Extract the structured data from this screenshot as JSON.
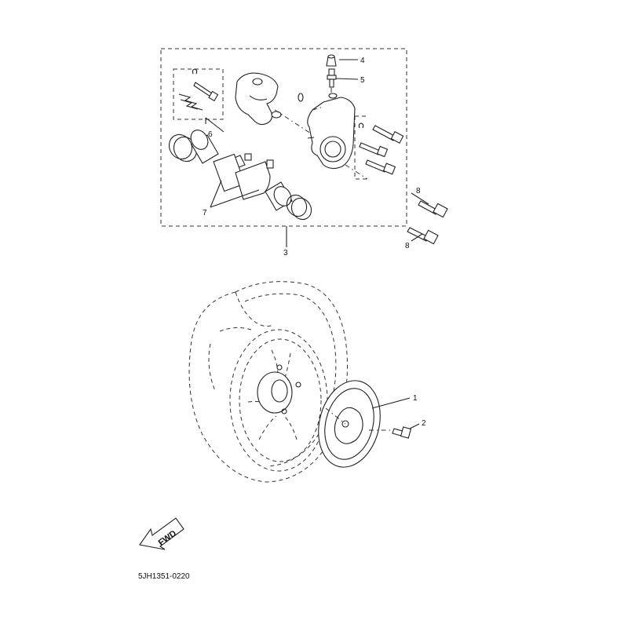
{
  "part_labels": {
    "p1": "1",
    "p2": "2",
    "p3": "3",
    "p4": "4",
    "p5": "5",
    "p6": "6",
    "p7": "7",
    "p8a": "8",
    "p8b": "8"
  },
  "fwd_label": "FWD",
  "diagram_code": "5JH1351-0220"
}
